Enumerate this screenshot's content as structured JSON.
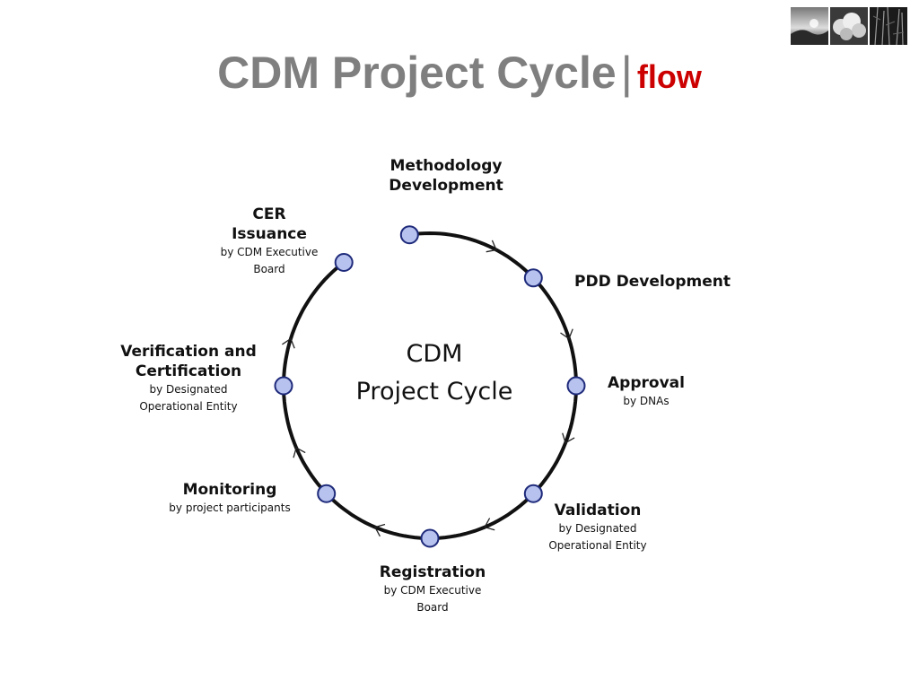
{
  "header": {
    "title": "CDM Project Cycle",
    "separator": "|",
    "subtitle": "flow"
  },
  "colors": {
    "title": "#7f7f7f",
    "subtitle": "#cc0000",
    "node_fill": "#b7c2ee",
    "node_stroke": "#1e2a7a",
    "ring": "#111111"
  },
  "center": {
    "line1": "CDM",
    "line2": "Project Cycle"
  },
  "steps": [
    {
      "title": "Methodology",
      "title2": "Development"
    },
    {
      "title": "PDD Development"
    },
    {
      "title": "Approval",
      "sub": "by DNAs"
    },
    {
      "title": "Validation",
      "sub": "by Designated",
      "sub2": "Operational Entity"
    },
    {
      "title": "Registration",
      "sub": "by CDM Executive",
      "sub2": "Board"
    },
    {
      "title": "Monitoring",
      "sub": "by project participants"
    },
    {
      "title": "Verification and",
      "title2": "Certification",
      "sub": "by Designated",
      "sub2": "Operational Entity"
    },
    {
      "title": "CER Issuance",
      "sub": "by CDM Executive",
      "sub2": "Board"
    }
  ]
}
